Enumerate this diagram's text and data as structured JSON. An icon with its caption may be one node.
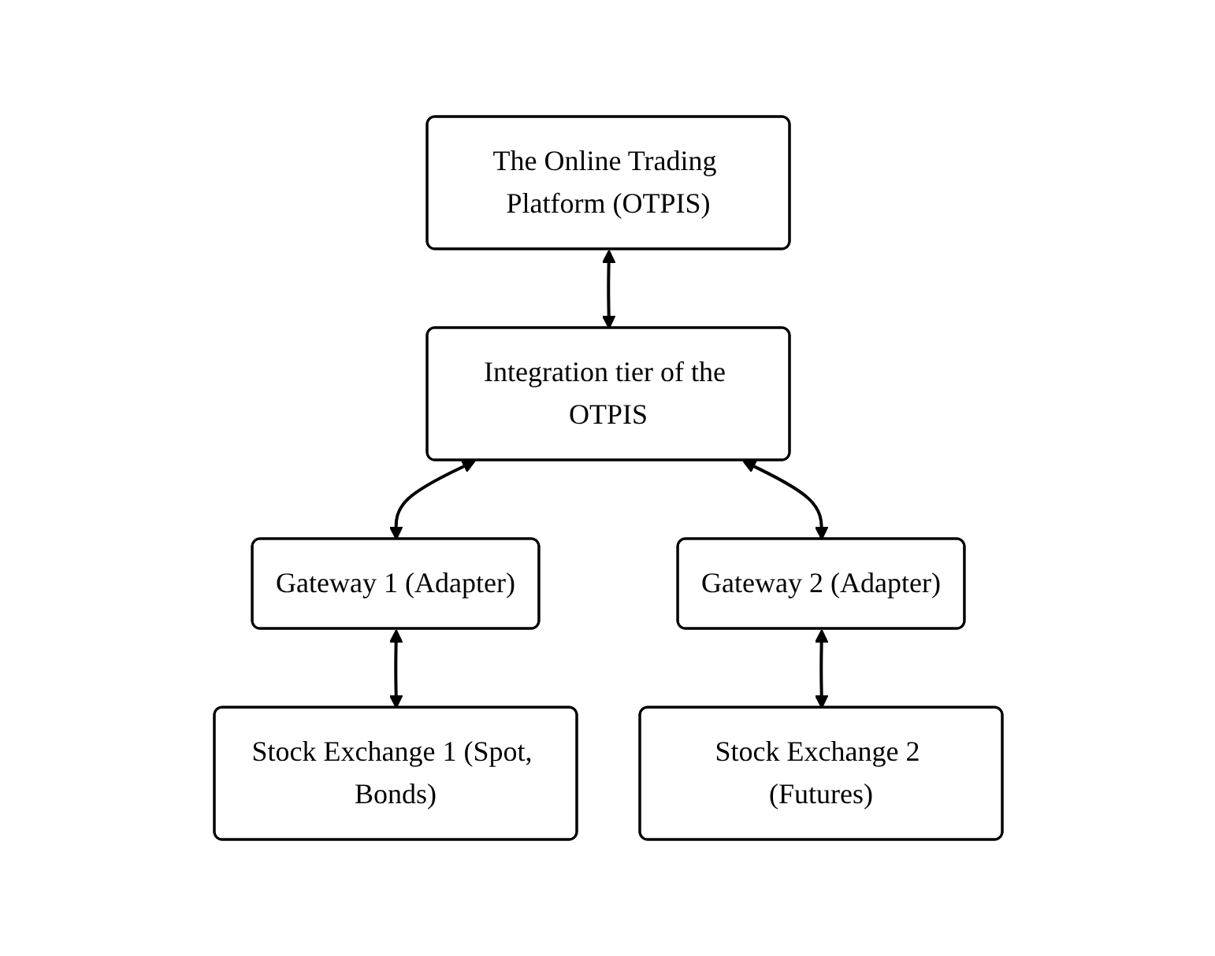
{
  "diagram": {
    "nodes": [
      {
        "text": [
          "The Online Trading Platform (OTPIS)"
        ]
      },
      {
        "text": [
          "Integration tier of the OTPIS"
        ]
      },
      {
        "text": [
          "Gateway 1 (Adapter)"
        ]
      },
      {
        "text": [
          "Gateway 2 (Adapter)"
        ]
      },
      {
        "text": [
          "Stock Exchange 1 (Spot, Bonds)"
        ]
      },
      {
        "text": [
          "Stock Exchange 2 (Futures)"
        ]
      }
    ],
    "edges": [
      {
        "from": 0,
        "to": 1,
        "arrow": "both"
      },
      {
        "from": 1,
        "to": 2,
        "arrow": "both"
      },
      {
        "from": 1,
        "to": 3,
        "arrow": "both"
      },
      {
        "from": 2,
        "to": 4,
        "arrow": "both"
      },
      {
        "from": 3,
        "to": 5,
        "arrow": "both"
      }
    ]
  }
}
